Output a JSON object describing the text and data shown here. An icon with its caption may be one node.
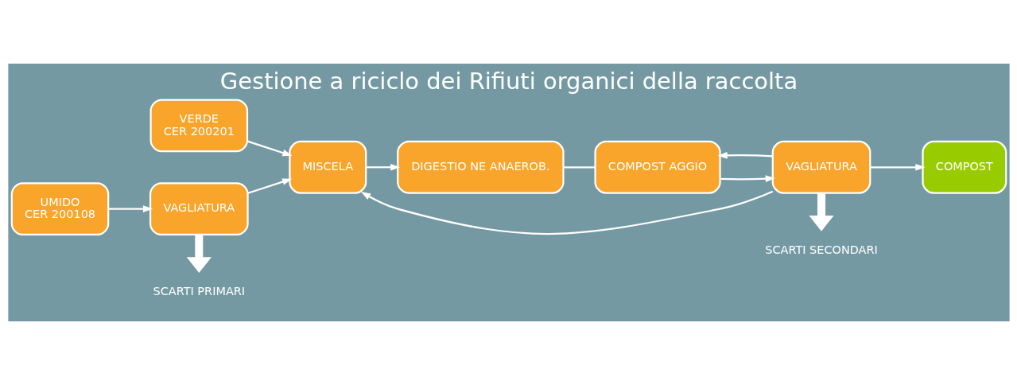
{
  "diagram": {
    "title": "Gestione a riciclo dei Rifiuti organici della raccolta",
    "nodes": [
      {
        "text": [
          "VERDE",
          "CER 200201"
        ]
      },
      {
        "text": [
          "UMIDO",
          "CER 200108"
        ]
      },
      {
        "text": [
          "VAGLIATURA"
        ]
      },
      {
        "text": [
          "MISCELA"
        ]
      },
      {
        "text": [
          "DIGESTIO NE ANAEROB."
        ]
      },
      {
        "text": [
          "COMPOST AGGIO"
        ]
      },
      {
        "text": [
          "VAGLIATURA"
        ]
      },
      {
        "text": [
          "COMPOST"
        ]
      },
      {
        "text": [
          "SCARTI PRIMARI"
        ]
      },
      {
        "text": [
          "SCARTI SECONDARI"
        ]
      }
    ],
    "edges": [
      {
        "from": 0,
        "to": 3,
        "arrow": "to"
      },
      {
        "from": 1,
        "to": 2,
        "arrow": "to"
      },
      {
        "from": 2,
        "to": 3,
        "arrow": "to"
      },
      {
        "from": 3,
        "to": 4,
        "arrow": "to"
      },
      {
        "from": 4,
        "to": 5,
        "arrow": "none"
      },
      {
        "from": 5,
        "to": 6,
        "arrow": "to"
      },
      {
        "from": 6,
        "to": 7,
        "arrow": "to"
      },
      {
        "from": 6,
        "to": 3,
        "arrow": "to"
      },
      {
        "from": 6,
        "to": 5,
        "arrow": "to"
      },
      {
        "from": 2,
        "to": 8,
        "arrow": "to",
        "style": "thick"
      },
      {
        "from": 6,
        "to": 9,
        "arrow": "to",
        "style": "thick"
      }
    ]
  }
}
